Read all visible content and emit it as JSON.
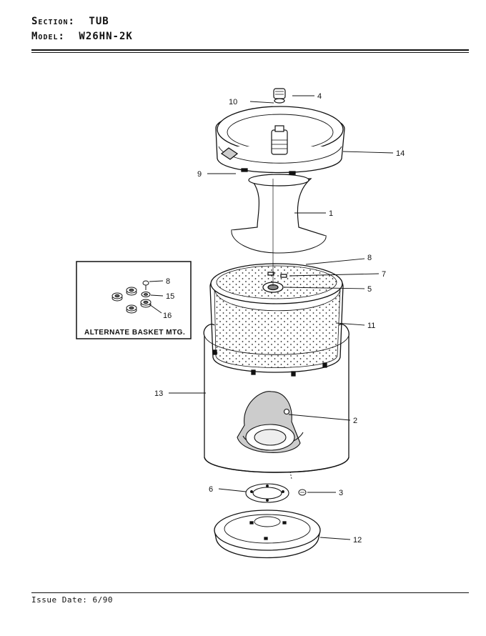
{
  "header": {
    "section_key": "Section:",
    "section_value": "TUB",
    "model_key": "Model:",
    "model_value": "W26HN-2K"
  },
  "footer": {
    "issue_date": "Issue Date: 6/90"
  },
  "callouts": {
    "c1": "1",
    "c2": "2",
    "c3": "3",
    "c4": "4",
    "c5": "5",
    "c6": "6",
    "c7": "7",
    "c8": "8",
    "c9": "9",
    "c10": "10",
    "c11": "11",
    "c12": "12",
    "c13": "13",
    "c14": "14"
  },
  "inset": {
    "caption": "ALTERNATE BASKET MTG.",
    "c8": "8",
    "c15": "15",
    "c16": "16"
  }
}
